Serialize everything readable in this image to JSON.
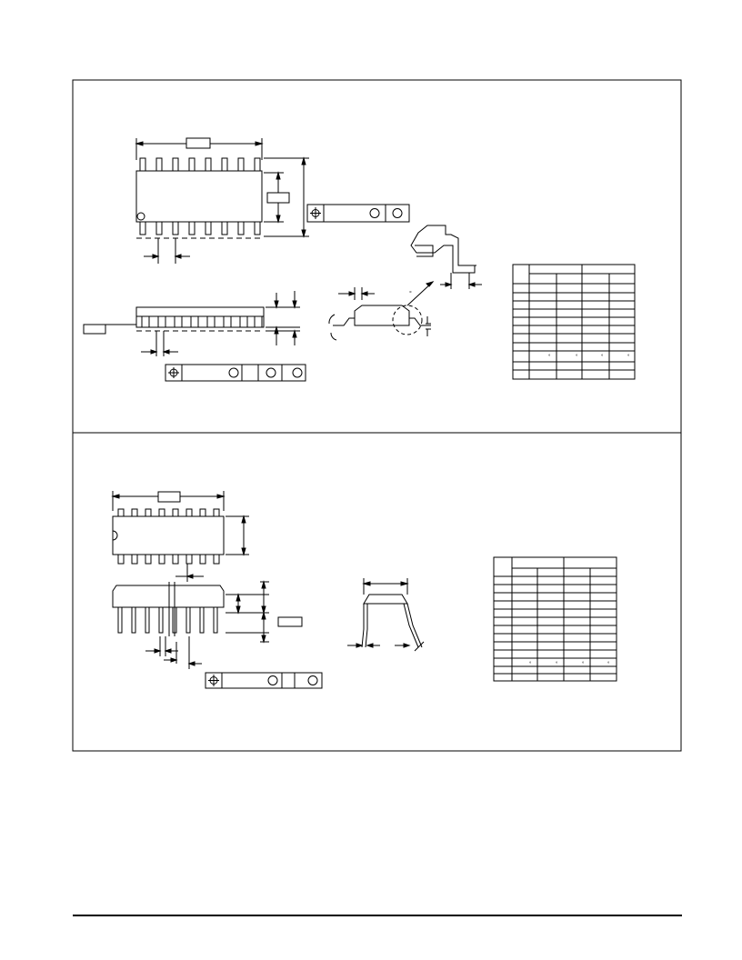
{
  "page": {
    "description_visible_text": [],
    "drawing_style": "mechanical outline drawings, text labels not rendered in source image"
  },
  "sections": {
    "upper": {
      "name": "soic-package-outline"
    },
    "lower": {
      "name": "dip-package-outline"
    }
  },
  "degree_marks": {
    "upper_side_view": "°",
    "upper_table": [
      "°",
      "°",
      "°",
      "°"
    ],
    "lower_table": [
      "°",
      "°",
      "°",
      "°"
    ]
  }
}
